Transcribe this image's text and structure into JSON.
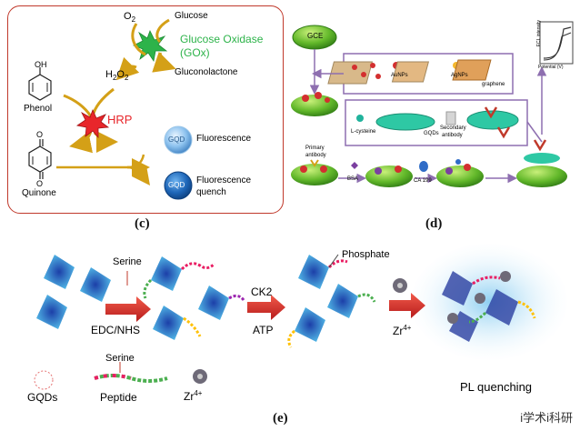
{
  "panel_c": {
    "label": "(c)",
    "o2": "O",
    "o2_sub": "2",
    "glucose": "Glucose",
    "gox_line1": "Glucose Oxidase",
    "gox_line2": "(GOx)",
    "h2o2": "H",
    "h2o2_sub1": "2",
    "h2o2_mid": "O",
    "h2o2_sub2": "2",
    "gluconolactone": "Gluconolactone",
    "oh": "OH",
    "phenol": "Phenol",
    "hrp": "HRP",
    "o_top": "O",
    "o_bottom": "O",
    "quinone": "Quinone",
    "gqd1": "GQD",
    "gqd2": "GQD",
    "fluorescence": "Fluorescence",
    "fluor_quench_line1": "Fluorescence",
    "fluor_quench_line2": "quench",
    "colors": {
      "border": "#c0392b",
      "gox": "#2db34a",
      "hrp": "#e8262b",
      "arrow": "#d4a017"
    }
  },
  "panel_d": {
    "label": "(d)",
    "gce": "GCE",
    "aunps": "AuNPs",
    "agnps": "AgNPs",
    "graphene": "graphene",
    "ecl_axis": "ECL intensity",
    "potential_axis": "Potential (V)",
    "primary_antibody_line1": "Primary",
    "primary_antibody_line2": "antibody",
    "l_cysteine": "L-cysteine",
    "gqds": "GQDs",
    "secondary_antibody_line1": "Secondary",
    "secondary_antibody_line2": "antibody",
    "bsa": "BSA",
    "ca199": "CA 199"
  },
  "panel_e": {
    "label": "(e)",
    "serine_top": "Serine",
    "edc_nhs": "EDC/NHS",
    "ck2": "CK2",
    "atp": "ATP",
    "phosphate": "Phosphate",
    "zr": "Zr",
    "zr_sup": "4+",
    "serine_legend": "Serine",
    "gqds": "GQDs",
    "peptide": "Peptide",
    "zr_legend": "Zr",
    "zr_legend_sup": "4+",
    "pl_quenching": "PL quenching"
  },
  "watermark": "i学术i科研"
}
